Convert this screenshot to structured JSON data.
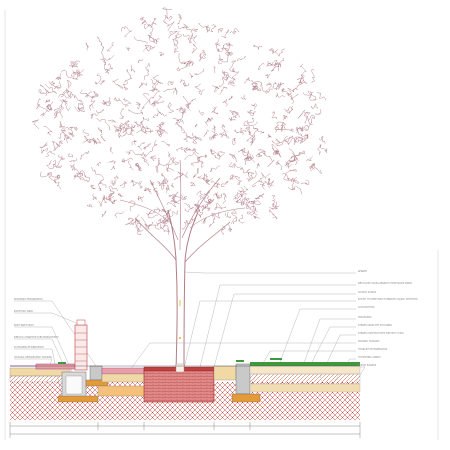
{
  "drawing": {
    "colors": {
      "background": "#ffffff",
      "tree_line": "#b07d86",
      "trunk_fill": "#f4f0ec",
      "leader_line": "#9b9b9b",
      "hatch_red": "#d0463c",
      "paving_red": "#d9777a",
      "soil_tan": "#e8c89a",
      "gravel_orange": "#e39a3a",
      "foundation_brown": "#8c6c5a",
      "grass_green": "#3c9a3c",
      "curb_grey": "#c9c9c9",
      "purple_edge": "#9a3c9a",
      "dim_line": "#6b6b6b"
    },
    "icons": [
      "tree-elevation-icon",
      "lamp-post-icon",
      "tree-pit-grate-icon"
    ],
    "left_callouts": [
      "ΚΡΑΣΠΕΔΟ ΠΕΖΟΔΡΟΜΙΟΥ",
      "ΦΩΤΙΣΤΙΚΟ ΣΩΜΑ",
      "ΒΑΣΗ ΦΩΤΙΣΤΙΚΟΥ",
      "ΦΡΕΑΤΙΟ ΣΥΝΔΕΣΗΣ ΗΛΕΚΤΡΟΦΩΤΙΣΜΟΥ",
      "ΣΚΥΡΟΔΕΜΑ ΕΓΚΙΒΩΤΙΣΜΟΥ",
      "ΠΛΑΚΙΔΙΑ ΠΕΖΟΔΡΟΜΙΟΥ ΚΟΚΚΙΝΑ"
    ],
    "right_callouts": [
      "ΔΕΝΔΡΟ",
      "ΜΕΤΑΛΛΙΚΗ ΣΧΑΡΑ ΔΕΝΔΡΟΥ ΠΡΟΣΤΑΣΙΑΣ ΡΙΖΩΝ",
      "ΠΛΑΙΣΙΟ ΣΧΑΡΑΣ",
      "ΦΥΤΙΚΗ ΓΗ ΚΗΠΕΥΤΙΚΗ ΠΛΗΡΩΣΗΣ ΛΑΚΚΟΥ ΦΥΤΕΥΣΗΣ",
      "ΧΛΟΟΤΑΠΗΤΑΣ",
      "ΓΕΩΥΦΑΣΜΑ",
      "ΣΤΡΩΣΗ ΑΡΔΕΥΣΗΣ ΣΤΑΓΟΝΩΝ",
      "ΣΤΡΩΣΗ ΑΠΟΣΤΡΑΓΓΙΣΗΣ ΘΡΑΥΣΤΟ ΥΛΙΚΟ",
      "ΚΟΚΚΙΝΟ ΠΛΑΚΙΔΙΟ",
      "ΥΠΟΒΑΣΗ ΣΚΥΡΟΔΕΜΑΤΟΣ",
      "ΥΠΟΣΤΡΩΜΑ ΑΜΜΟΥ",
      "ΦΥΣΙΚΟ ΕΔΑΦΟΣ"
    ]
  }
}
